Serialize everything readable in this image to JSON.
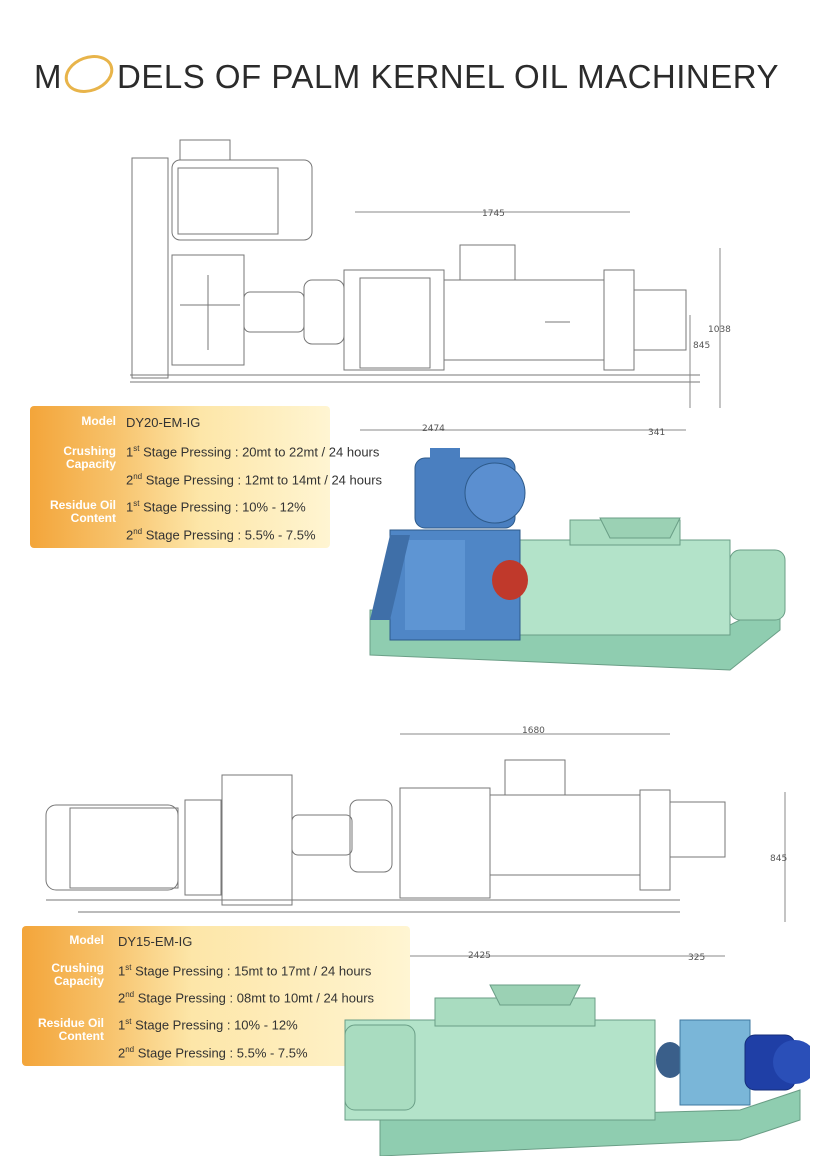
{
  "title": {
    "pre": "M",
    "post": "DELS OF PALM KERNEL OIL MACHINERY"
  },
  "labels": {
    "model": "Model",
    "crushing_1": "Crushing",
    "crushing_2": "Capacity",
    "residue_1": "Residue Oil",
    "residue_2": "Content"
  },
  "machine1": {
    "model": "DY20-EM-IG",
    "crush_1_stage": "1",
    "crush_1_sup": "st",
    "crush_1_text": " Stage Pressing  : 20mt to 22mt / 24 hours",
    "crush_2_stage": "2",
    "crush_2_sup": "nd",
    "crush_2_text": " Stage Pressing : 12mt to 14mt / 24 hours",
    "res_1_stage": "1",
    "res_1_sup": "st",
    "res_1_text": " Stage Pressing  : 10% - 12%",
    "res_2_stage": "2",
    "res_2_sup": "nd",
    "res_2_text": " Stage Pressing : 5.5% - 7.5%",
    "dims": {
      "top": "1745",
      "height_total": "1038",
      "height": "845",
      "length": "2474",
      "right": "341"
    }
  },
  "machine2": {
    "model": "DY15-EM-IG",
    "crush_1_stage": "1",
    "crush_1_sup": "st",
    "crush_1_text": " Stage Pressing   : 15mt to 17mt / 24 hours",
    "crush_2_stage": "2",
    "crush_2_sup": "nd",
    "crush_2_text": " Stage Pressing : 08mt to 10mt / 24 hours",
    "res_1_stage": "1",
    "res_1_sup": "st",
    "res_1_text": " Stage Pressing  : 10% - 12%",
    "res_2_stage": "2",
    "res_2_sup": "nd",
    "res_2_text": " Stage Pressing : 5.5% - 7.5%",
    "dims": {
      "top": "1680",
      "height": "845",
      "length": "2425",
      "right": "325"
    }
  },
  "colors": {
    "accent_orange": "#f3a53a",
    "machine_green": "#a9dcc0",
    "gearbox_blue": "#4f86c6",
    "coupling_red": "#c0392b"
  }
}
